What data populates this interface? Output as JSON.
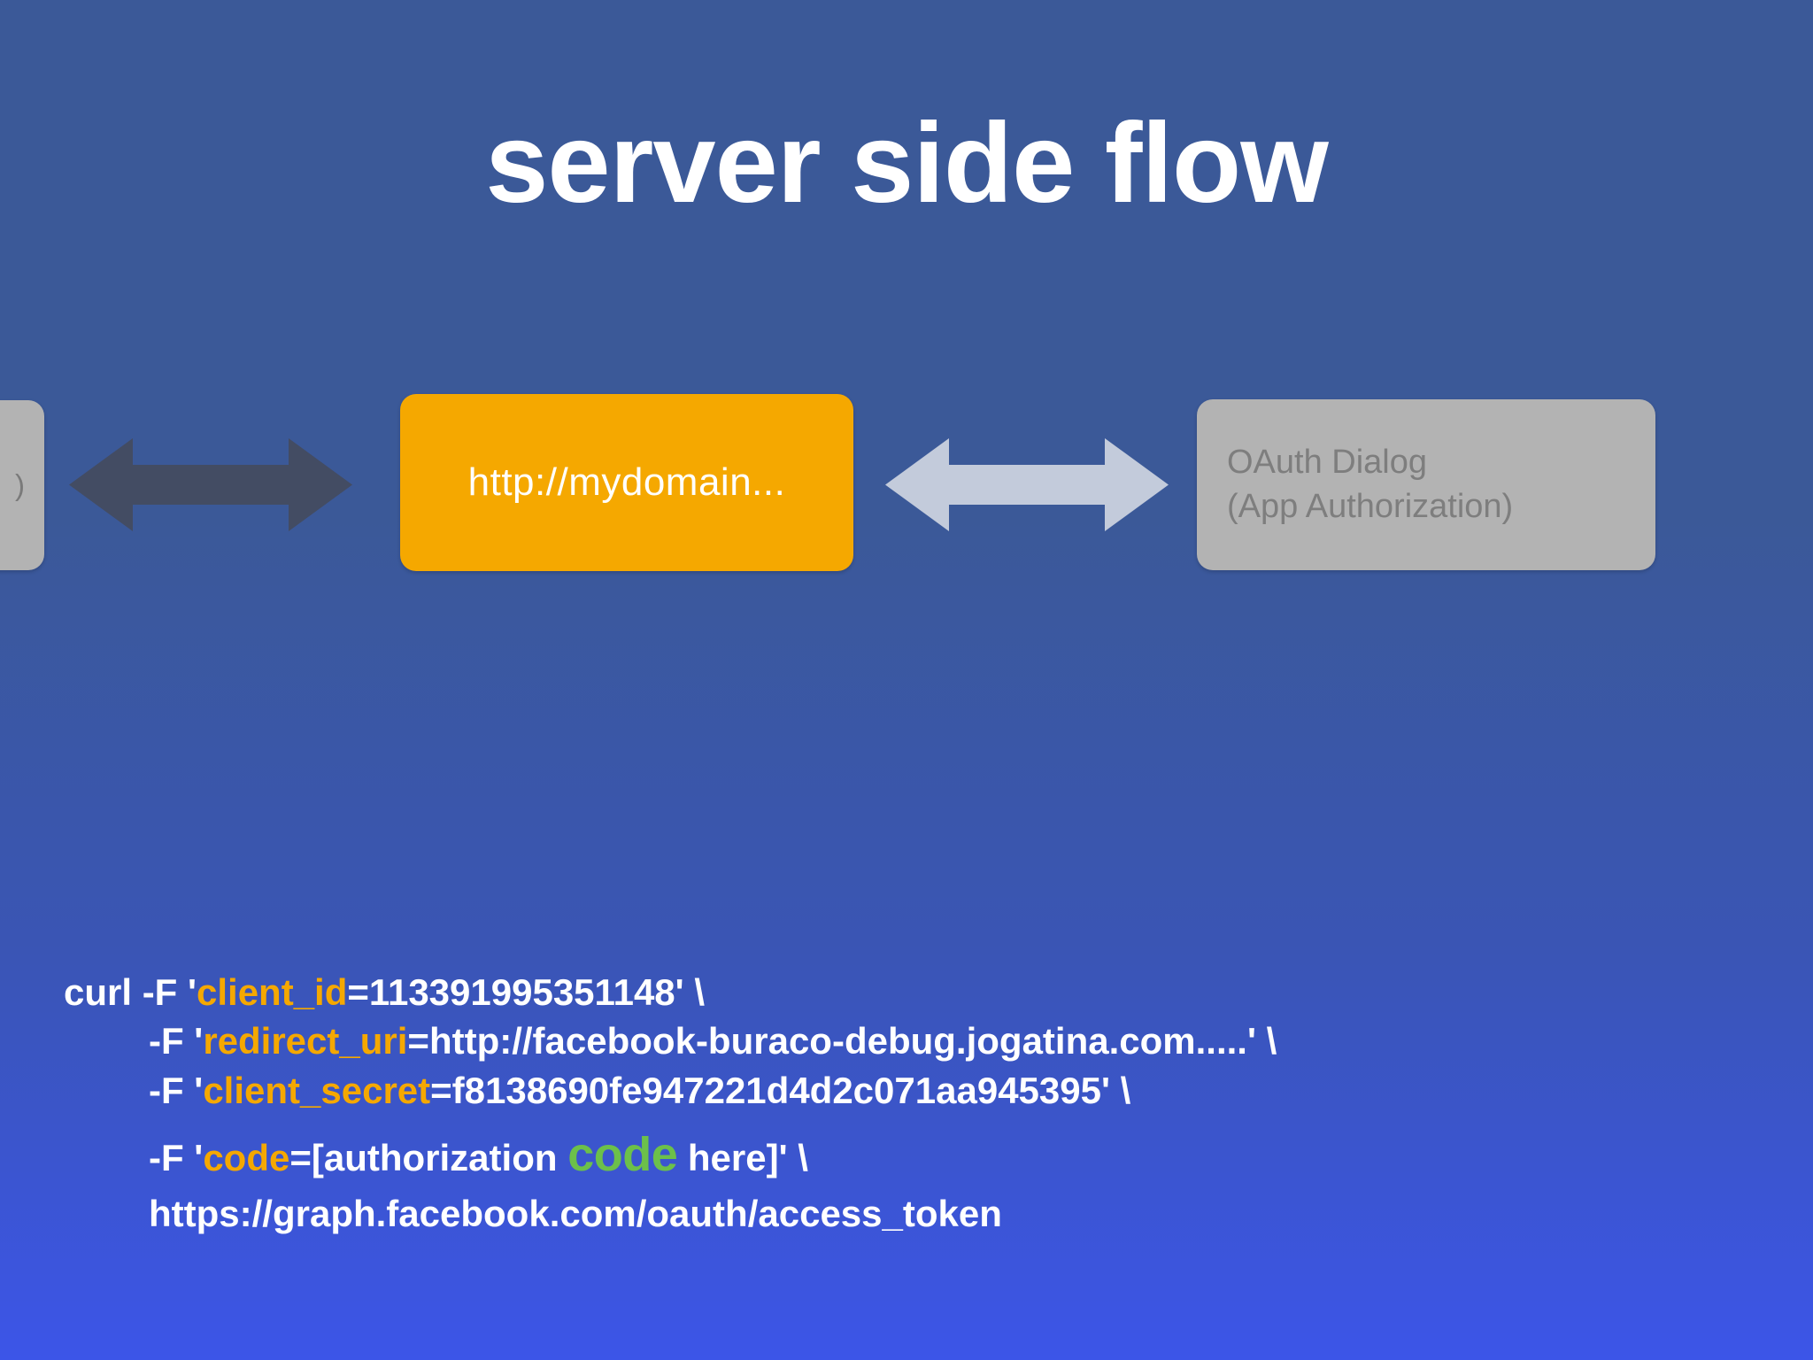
{
  "slide": {
    "title": "server side flow",
    "background_top_color": "#3b5998",
    "background_bottom_color": "#3c55e8"
  },
  "diagram": {
    "nodes": [
      {
        "id": "left-clipped",
        "label": ")",
        "fill_color": "#b3b3b3",
        "text_color": "#7a7a7a"
      },
      {
        "id": "mydomain",
        "label": "http://mydomain...",
        "fill_color": "#f5a800",
        "text_color": "#ffffff"
      },
      {
        "id": "oauth-dialog",
        "label_line1": "OAuth Dialog",
        "label_line2": "(App Authorization)",
        "fill_color": "#b3b3b3",
        "text_color": "#7e7e7e"
      }
    ],
    "arrows": [
      {
        "id": "arrow-left",
        "color": "#434c63",
        "direction": "bidirectional"
      },
      {
        "id": "arrow-right",
        "color": "#c3cbdb",
        "direction": "bidirectional"
      }
    ]
  },
  "code": {
    "accent_color": "#f5a800",
    "highlight_color": "#6cc04a",
    "line1_prefix": "curl -F '",
    "line1_key": "client_id",
    "line1_suffix": "=113391995351148' \\",
    "line2_prefix": "-F '",
    "line2_key": "redirect_uri",
    "line2_suffix": "=http://facebook-buraco-debug.jogatina.com.....' \\",
    "line3_prefix": "-F '",
    "line3_key": "client_secret",
    "line3_suffix": "=f8138690fe947221d4d2c071aa945395' \\",
    "line4_prefix": "-F '",
    "line4_key": "code",
    "line4_mid": "=[authorization ",
    "line4_highlight": "code",
    "line4_suffix": " here]' \\",
    "line5": "https://graph.facebook.com/oauth/access_token"
  }
}
